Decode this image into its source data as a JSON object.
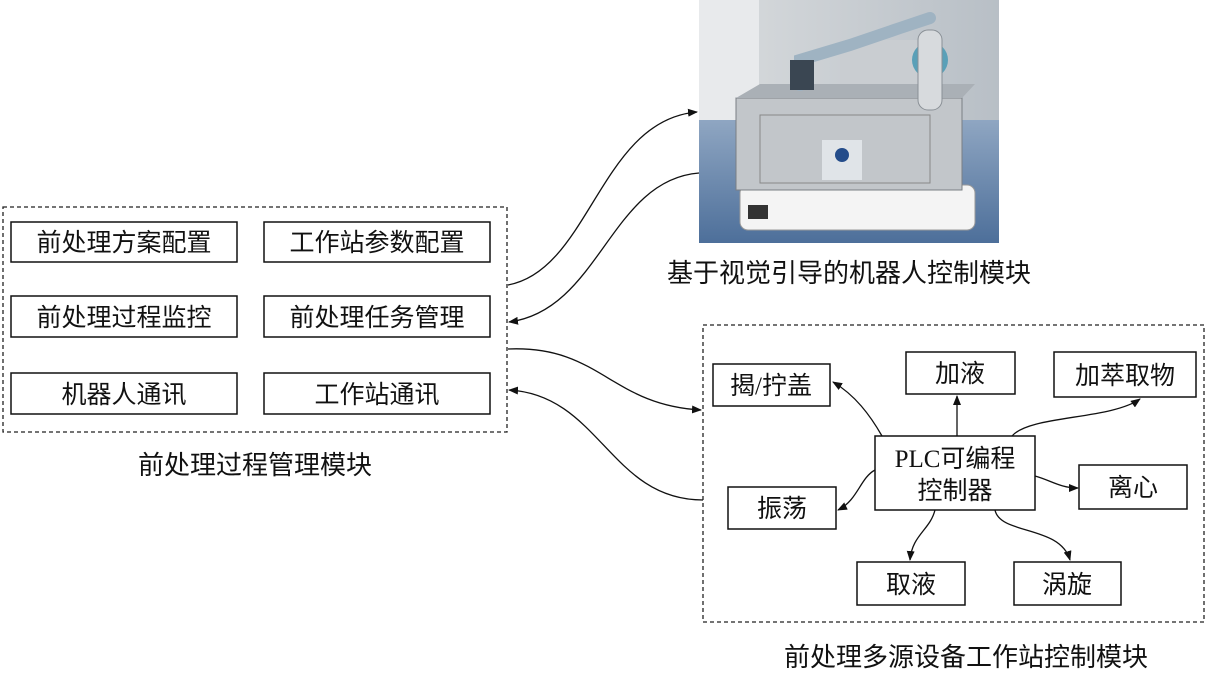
{
  "management_module": {
    "label": "前处理过程管理模块",
    "items": [
      "前处理方案配置",
      "工作站参数配置",
      "前处理过程监控",
      "前处理任务管理",
      "机器人通讯",
      "工作站通讯"
    ]
  },
  "robot_module": {
    "label": "基于视觉引导的机器人控制模块",
    "photo": "robot-arm-on-mobile-platform"
  },
  "workstation_module": {
    "label": "前处理多源设备工作站控制模块",
    "controller": [
      "PLC可编程",
      "控制器"
    ],
    "devices": {
      "cap": "揭/拧盖",
      "add_liquid": "加液",
      "add_extractant": "加萃取物",
      "centrifuge": "离心",
      "shake": "振荡",
      "take_liquid": "取液",
      "vortex": "涡旋"
    }
  }
}
